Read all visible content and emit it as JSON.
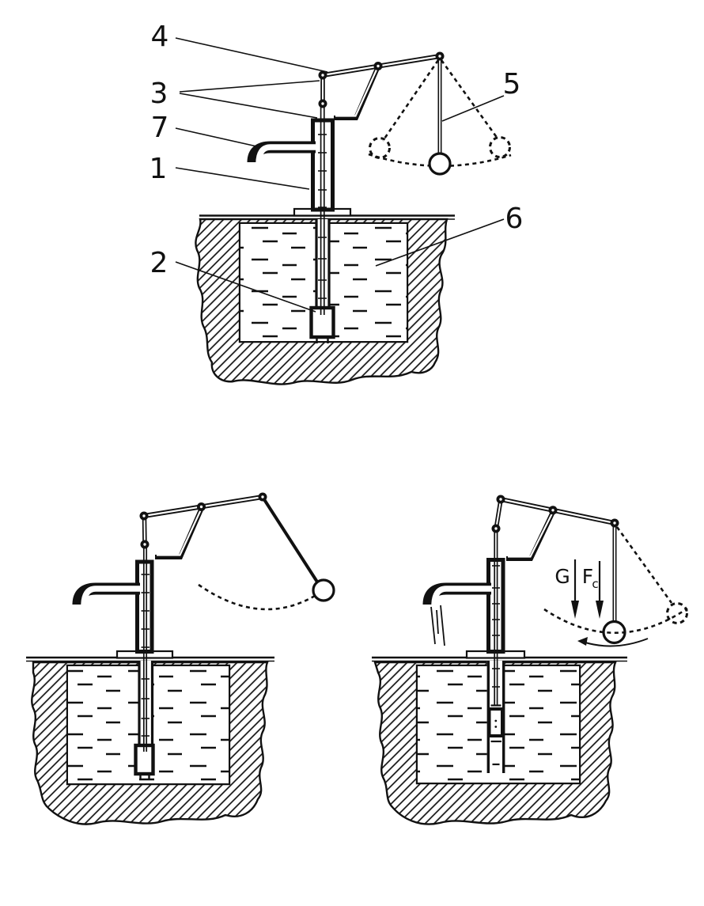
{
  "colors": {
    "ink": "#111111",
    "paper": "#ffffff"
  },
  "labels": {
    "top": {
      "l1": "1",
      "l2": "2",
      "l3": "3",
      "l4": "4",
      "l5": "5",
      "l6": "6",
      "l7": "7"
    },
    "bottom_right": {
      "force_gravity": "G",
      "force_centrifugal_main": "F",
      "force_centrifugal_sub": "c"
    }
  }
}
